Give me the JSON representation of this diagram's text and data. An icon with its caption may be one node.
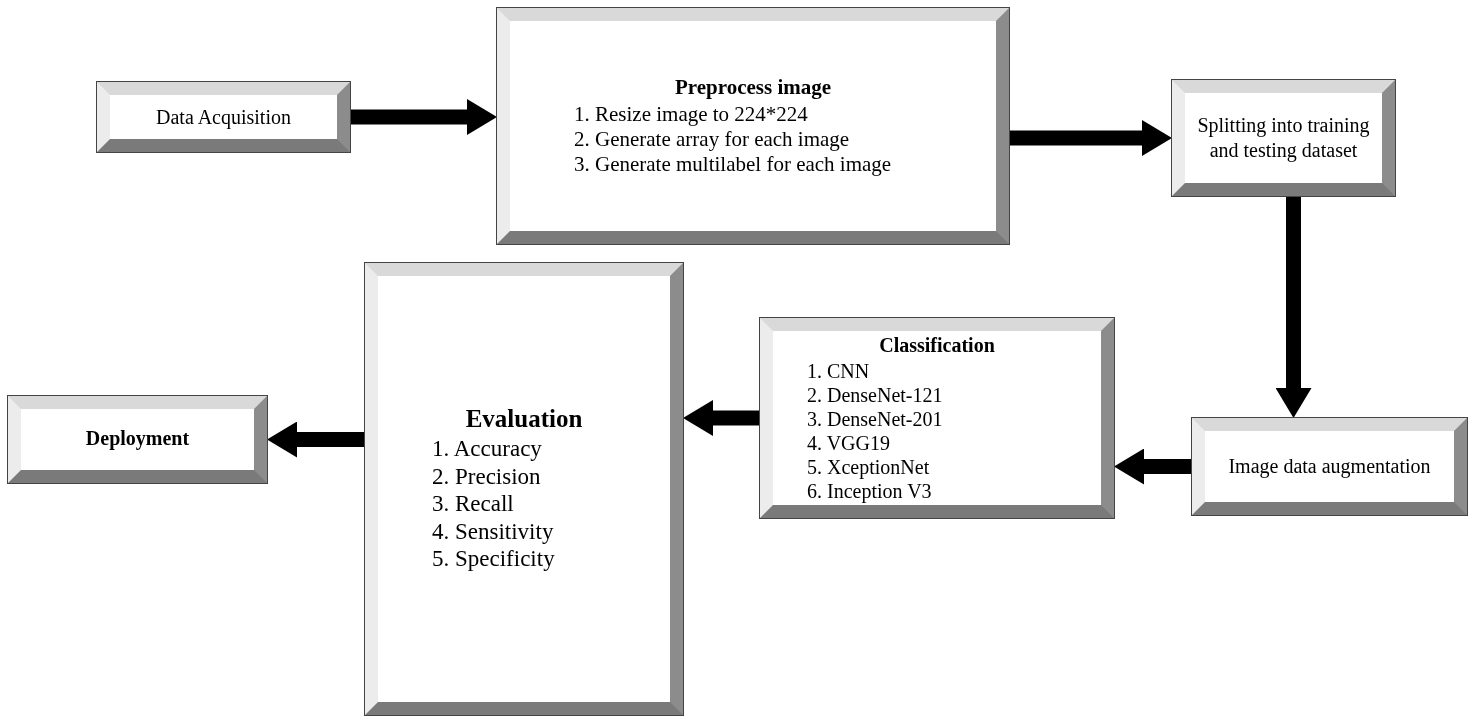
{
  "diagram": {
    "nodes": [
      {
        "text": [
          "Data Acquisition"
        ]
      },
      {
        "text": [
          "Preprocess image",
          "1. Resize image to 224*224",
          "2. Generate array for each image",
          "3. Generate multilabel for each image"
        ]
      },
      {
        "text": [
          "Splitting into training and testing dataset"
        ]
      },
      {
        "text": [
          "Image data augmentation"
        ]
      },
      {
        "text": [
          "Classification",
          "1. CNN",
          "2. DenseNet-121",
          "3. DenseNet-201",
          "4. VGG19",
          "5. XceptionNet",
          "6. Inception V3"
        ]
      },
      {
        "text": [
          "Evaluation",
          "1. Accuracy",
          "2. Precision",
          "3. Recall",
          "4. Sensitivity",
          "5. Specificity"
        ]
      },
      {
        "text": [
          "Deployment"
        ]
      }
    ],
    "edges": [
      {
        "from": 0,
        "to": 1,
        "arrow": "to"
      },
      {
        "from": 1,
        "to": 2,
        "arrow": "to"
      },
      {
        "from": 2,
        "to": 3,
        "arrow": "to"
      },
      {
        "from": 3,
        "to": 4,
        "arrow": "to"
      },
      {
        "from": 4,
        "to": 5,
        "arrow": "to"
      },
      {
        "from": 5,
        "to": 6,
        "arrow": "to"
      }
    ]
  }
}
